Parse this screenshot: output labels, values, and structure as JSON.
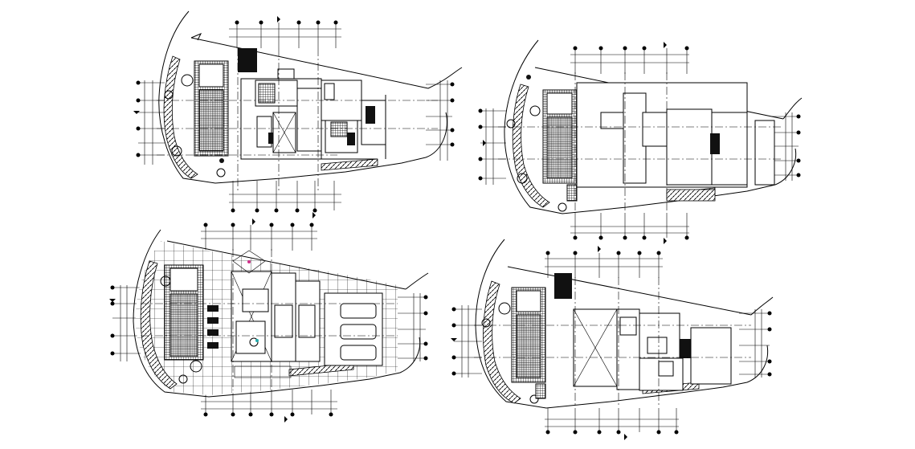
{
  "drawing": {
    "background": "#ffffff",
    "line_color": "#000000",
    "accent_color": "#d0308a",
    "plans": [
      {
        "id": "upper-left",
        "label": ""
      },
      {
        "id": "upper-right",
        "label": ""
      },
      {
        "id": "lower-left",
        "label": ""
      },
      {
        "id": "lower-right",
        "label": ""
      }
    ]
  }
}
